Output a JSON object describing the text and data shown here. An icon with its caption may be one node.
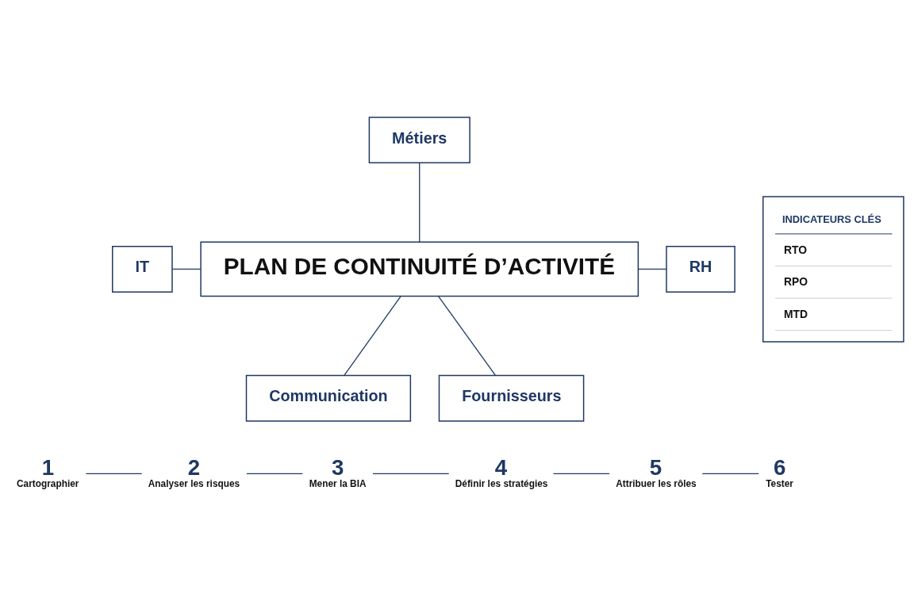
{
  "diagram": {
    "nodes": [
      {
        "text": [
          "PLAN DE CONTINUITÉ D’ACTIVITÉ"
        ]
      },
      {
        "text": [
          "Métiers"
        ]
      },
      {
        "text": [
          "IT"
        ]
      },
      {
        "text": [
          "RH"
        ]
      },
      {
        "text": [
          "Communication"
        ]
      },
      {
        "text": [
          "Fournisseurs"
        ]
      },
      {
        "text": [
          "INDICATEURS CLÉS",
          "RTO",
          "RPO",
          "MTD"
        ]
      },
      {
        "text": [
          "1",
          "Cartographier"
        ]
      },
      {
        "text": [
          "2",
          "Analyser les risques"
        ]
      },
      {
        "text": [
          "3",
          "Mener la BIA"
        ]
      },
      {
        "text": [
          "4",
          "Définir les stratégies"
        ]
      },
      {
        "text": [
          "5",
          "Attribuer les rôles"
        ]
      },
      {
        "text": [
          "6",
          "Tester"
        ]
      }
    ],
    "edges": [
      {
        "from": 1,
        "to": 0,
        "arrow": "none"
      },
      {
        "from": 2,
        "to": 0,
        "arrow": "none"
      },
      {
        "from": 0,
        "to": 3,
        "arrow": "none"
      },
      {
        "from": 0,
        "to": 4,
        "arrow": "none"
      },
      {
        "from": 0,
        "to": 5,
        "arrow": "none"
      },
      {
        "from": 7,
        "to": 8,
        "arrow": "none"
      },
      {
        "from": 8,
        "to": 9,
        "arrow": "none"
      },
      {
        "from": 9,
        "to": 10,
        "arrow": "none"
      },
      {
        "from": 10,
        "to": 11,
        "arrow": "none"
      },
      {
        "from": 11,
        "to": 12,
        "arrow": "none"
      }
    ]
  }
}
